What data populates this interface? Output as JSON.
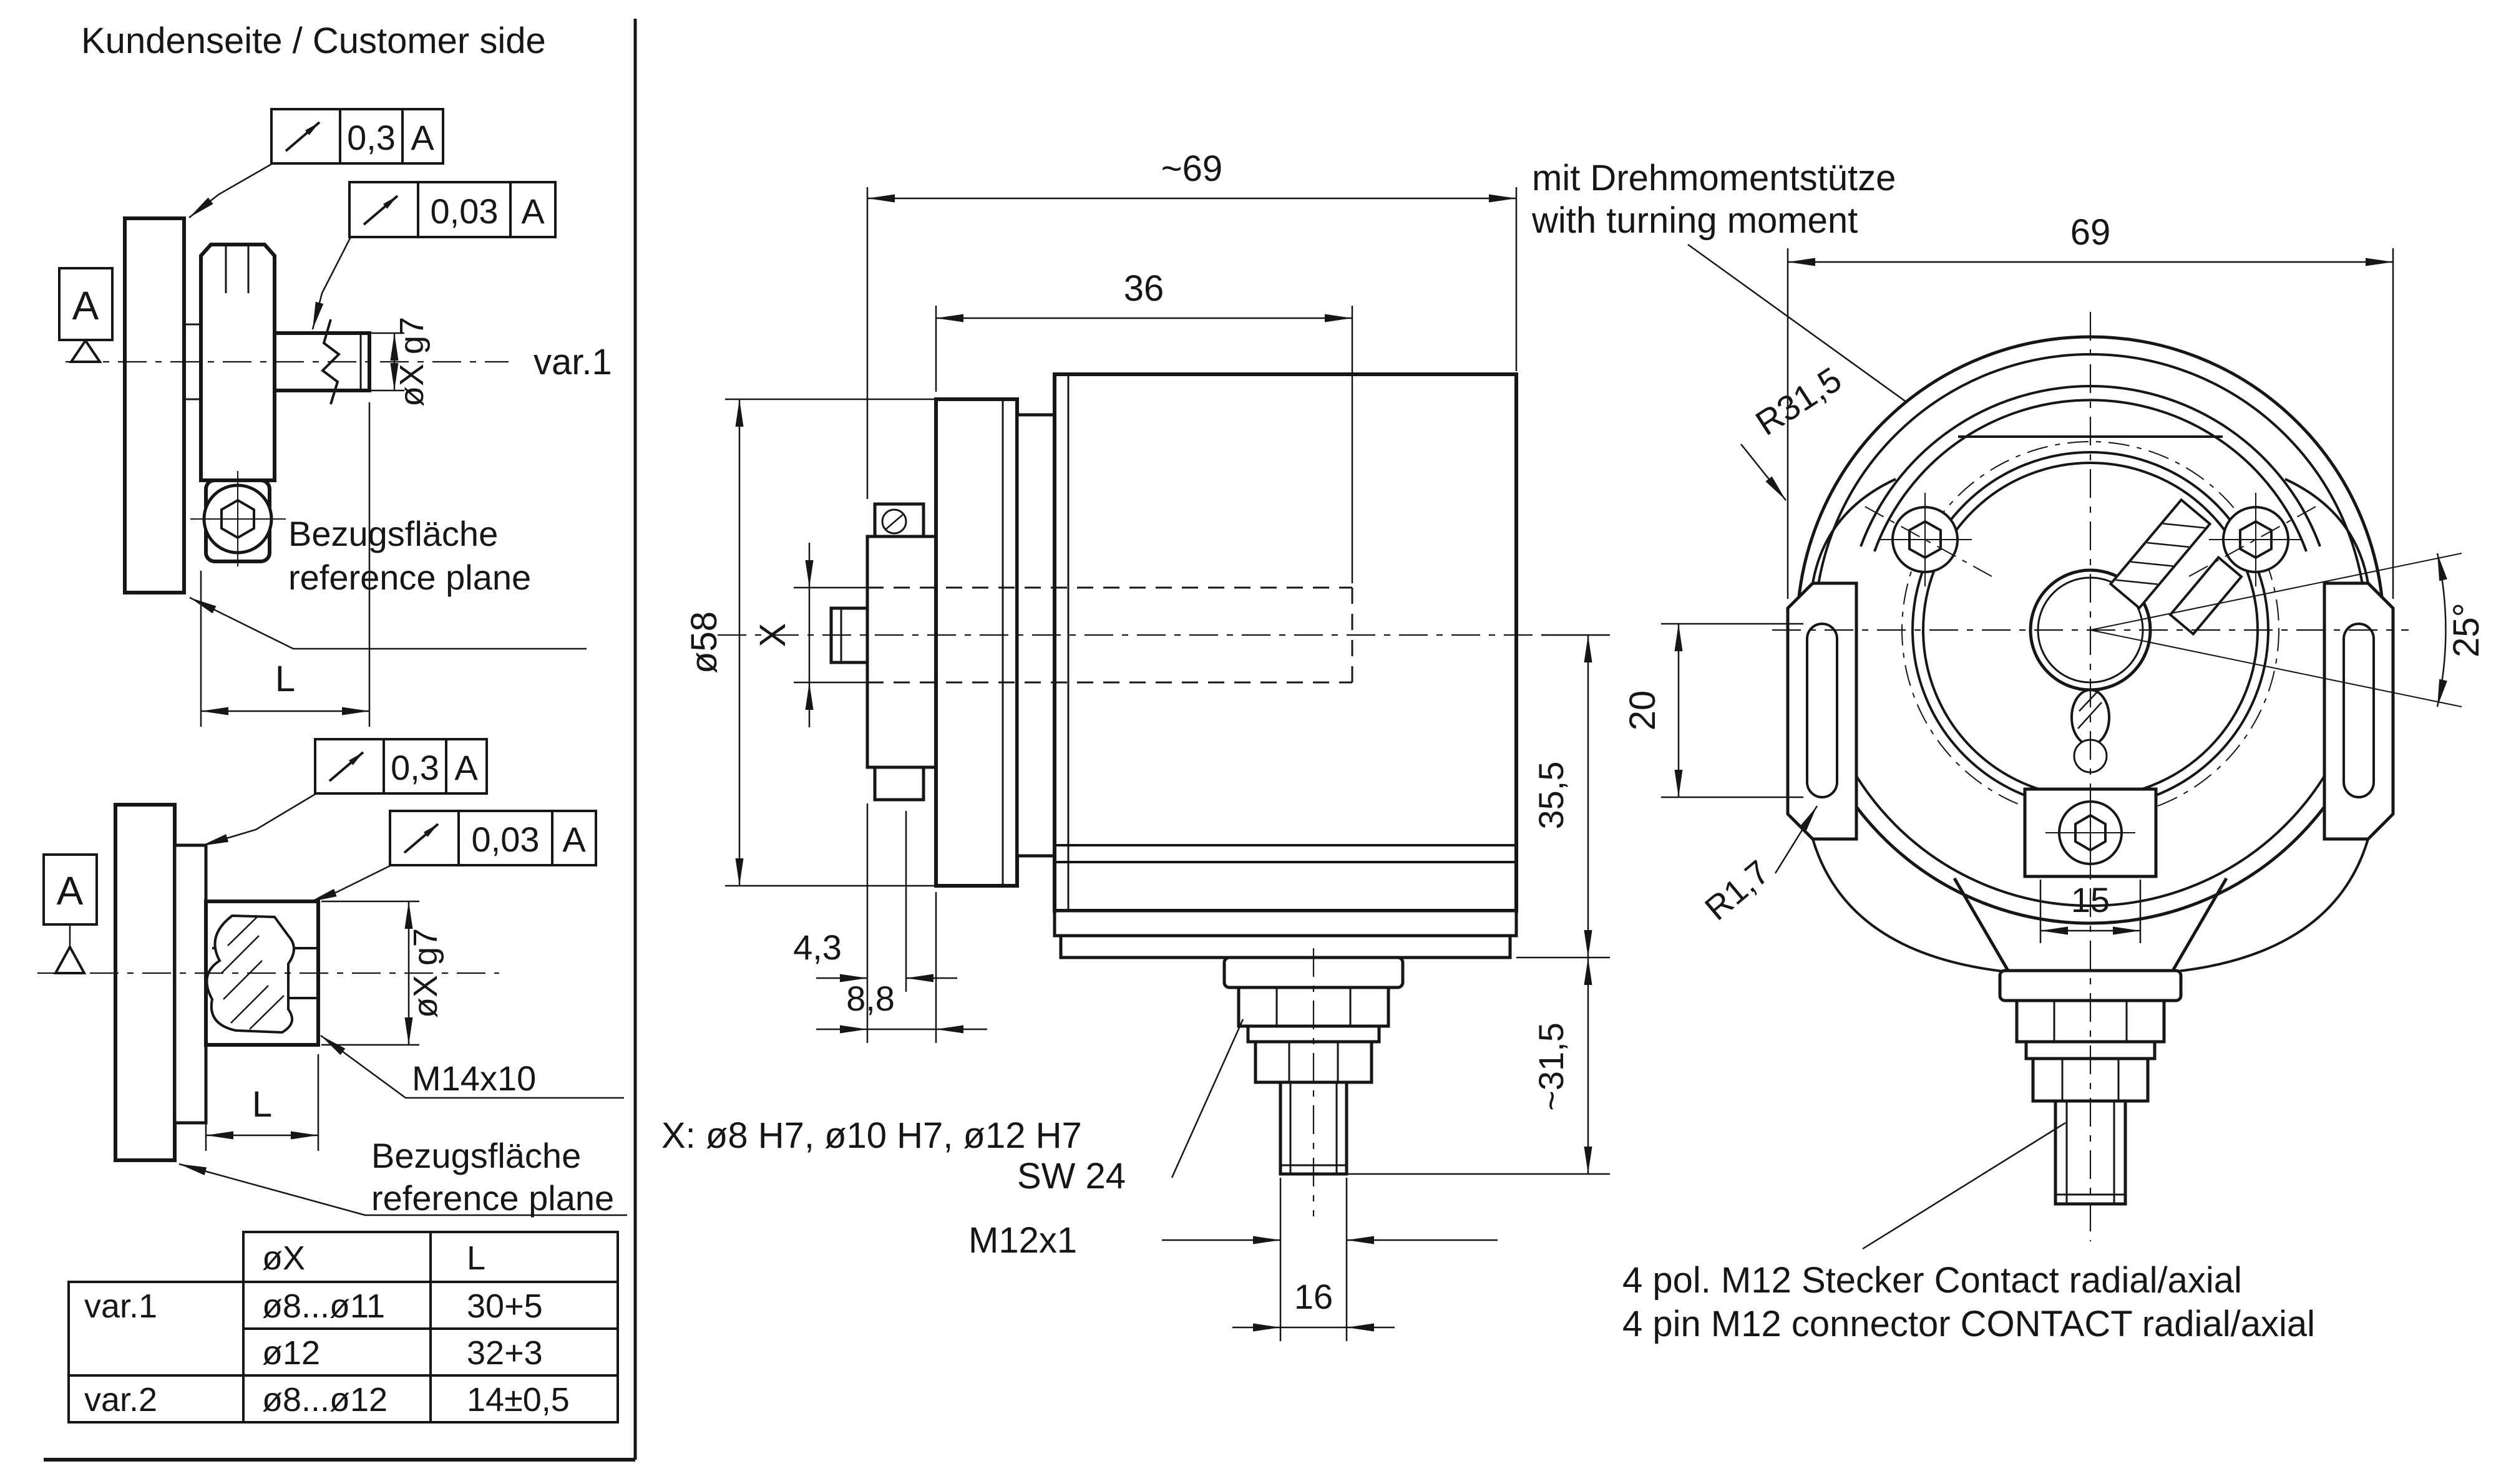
{
  "ink": "#161616",
  "paper": "#ffffff",
  "left_panel": {
    "title": "Kundenseite / Customer side",
    "datum_label": "A",
    "var1": {
      "label": "var.1",
      "tol_coarse": "0,3",
      "tol_fine": "0,03",
      "tol_datum": "A",
      "shaft_dim": "øX g7",
      "ref_de": "Bezugsfläche",
      "ref_en": "reference plane",
      "length_label": "L"
    },
    "var2": {
      "label": "var.2",
      "tol_coarse": "0,3",
      "tol_fine": "0,03",
      "tol_datum": "A",
      "shaft_dim": "øX g7",
      "thread": "M14x10",
      "ref_de": "Bezugsfläche",
      "ref_en": "reference plane",
      "length_label": "L"
    },
    "table": {
      "col_x": "øX",
      "col_l": "L",
      "rows": [
        {
          "var": "var.1",
          "x": "ø8...ø11",
          "l": "30+5"
        },
        {
          "var": "",
          "x": "ø12",
          "l": "32+3"
        },
        {
          "var": "var.2",
          "x": "ø8...ø12",
          "l": "14±0,5"
        }
      ]
    }
  },
  "side_view": {
    "dim_total": "~69",
    "dim_front": "36",
    "dim_diameter": "ø58",
    "dim_bore": "X",
    "dim_43": "4,3",
    "dim_88": "8,8",
    "dim_355": "35,5",
    "dim_315": "~31,5",
    "dim_16": "16",
    "wrench": "SW 24",
    "thread": "M12x1",
    "bore_note": "X: ø8 H7, ø10 H7, ø12 H7"
  },
  "front_view": {
    "note_de": "mit Drehmomentstütze",
    "note_en": "with turning moment",
    "dim_width": "69",
    "radius_big": "R31,5",
    "radius_small": "R1,7",
    "dim_slot": "20",
    "angle": "25°",
    "dim_15": "15",
    "connector_de": "4 pol. M12 Stecker Contact radial/axial",
    "connector_en": "4 pin M12 connector CONTACT radial/axial"
  }
}
